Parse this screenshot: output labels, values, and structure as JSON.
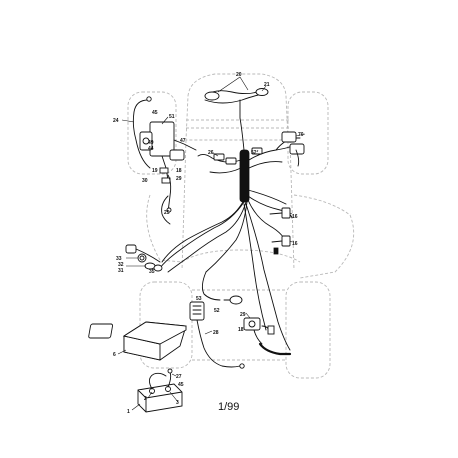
{
  "diagram": {
    "callouts": {
      "c20": "20",
      "c21": "21",
      "c24": "24",
      "c25": "25",
      "c26": "26",
      "c52": "52",
      "c51": "51",
      "c49": "49",
      "c44": "44",
      "c45": "45",
      "c47": "47",
      "c19": "19",
      "c30": "30",
      "c29": "29",
      "c70": "70",
      "c16": "16",
      "c33": "33",
      "c32": "32",
      "c31": "31",
      "c28": "28",
      "c18": "18",
      "c6": "6",
      "c1": "1",
      "c2": "2",
      "c27": "27",
      "c3": "3",
      "c53": "53"
    },
    "page_number": "1/99"
  }
}
